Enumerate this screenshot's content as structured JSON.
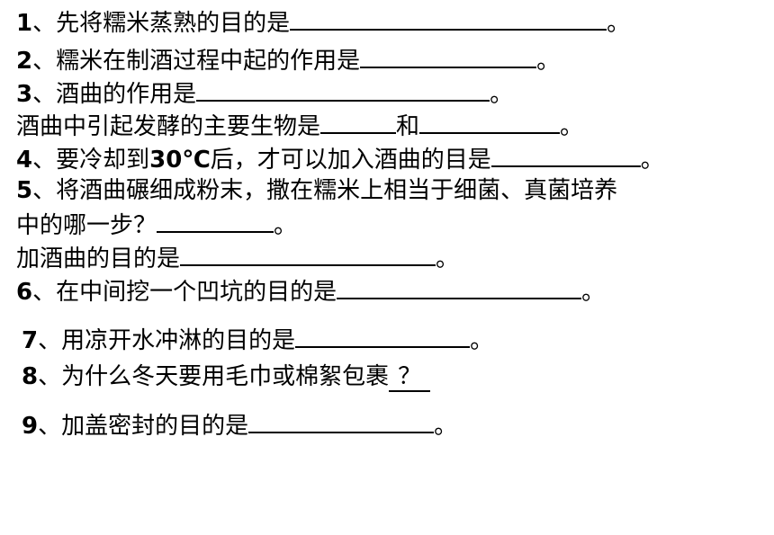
{
  "questions": [
    {
      "num": "1",
      "text": "、先将糯米蒸熟的目的是",
      "end": "。"
    },
    {
      "num": "2",
      "text": "、糯米在制酒过程中起的作用是",
      "end": "。"
    },
    {
      "num": "3",
      "text": "、酒曲的作用是",
      "end": "。"
    },
    {
      "text": "酒曲中引起发酵的主要生物是",
      "mid": "和",
      "end": "。"
    },
    {
      "num": "4",
      "text_a": "、要冷却到",
      "bold": "30℃",
      "text_b": "后，才可以加入酒曲的目是",
      "end": "。"
    },
    {
      "num": "5",
      "text": "、将酒曲碾细成粉末，撒在糯米上相当于细菌、真菌培养"
    },
    {
      "text": "中的哪一步？",
      "end": "。"
    },
    {
      "text": "加酒曲的目的是",
      "end": "。"
    },
    {
      "num": "6",
      "text": "、在中间挖一个凹坑的目的是",
      "end": "。"
    },
    {
      "num": "7",
      "text": "、用凉开水冲淋的目的是",
      "end": "。"
    },
    {
      "num": "8",
      "text": "、为什么冬天要用毛巾或棉絮包裹",
      "q": "？"
    },
    {
      "num": "9",
      "text": "、加盖密封的目的是",
      "end": "。"
    }
  ]
}
